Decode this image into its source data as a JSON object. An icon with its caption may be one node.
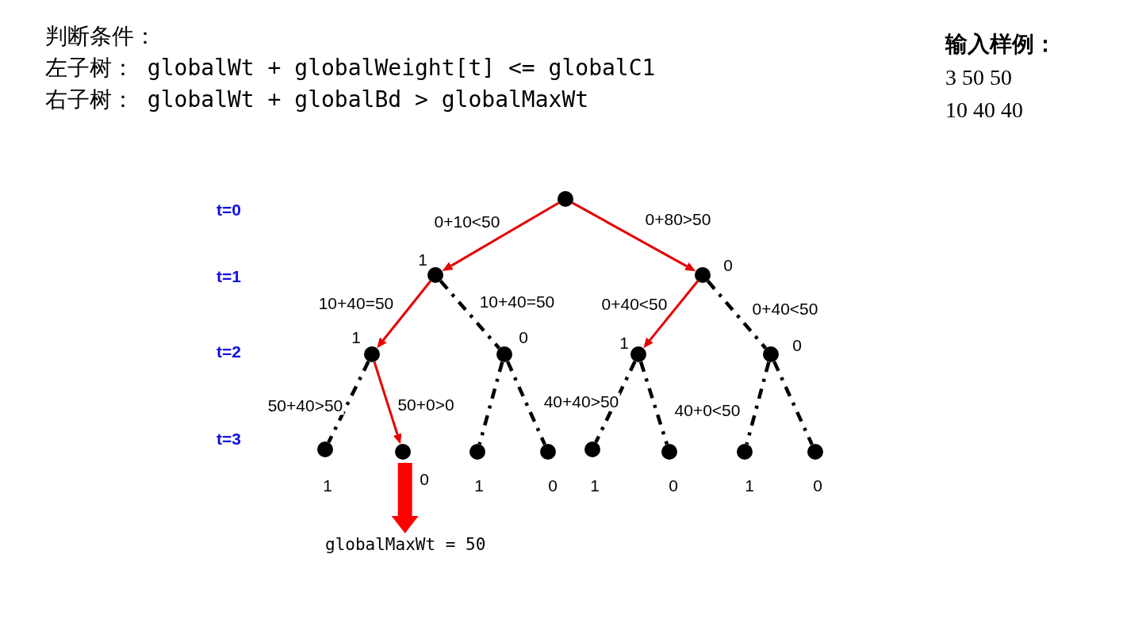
{
  "diagram": {
    "nodes": [
      {
        "text": [],
        "shape": "circle"
      },
      {
        "text": [],
        "shape": "circle",
        "beside": [
          "1"
        ]
      },
      {
        "text": [],
        "shape": "circle",
        "beside": [
          "0"
        ]
      },
      {
        "text": [],
        "shape": "circle",
        "beside": [
          "1"
        ]
      },
      {
        "text": [],
        "shape": "circle",
        "beside": [
          "0"
        ]
      },
      {
        "text": [],
        "shape": "circle",
        "beside": [
          "1"
        ]
      },
      {
        "text": [],
        "shape": "circle",
        "beside": [
          "0"
        ]
      },
      {
        "text": [],
        "shape": "circle",
        "beside": [
          "1"
        ]
      },
      {
        "text": [],
        "shape": "circle",
        "beside": [
          "0"
        ]
      },
      {
        "text": [],
        "shape": "circle",
        "beside": [
          "1"
        ]
      },
      {
        "text": [],
        "shape": "circle",
        "beside": [
          "0"
        ]
      },
      {
        "text": [],
        "shape": "circle",
        "beside": [
          "1"
        ]
      },
      {
        "text": [],
        "shape": "circle",
        "beside": [
          "0"
        ]
      },
      {
        "text": [],
        "shape": "circle",
        "beside": [
          "1"
        ]
      },
      {
        "text": [],
        "shape": "circle",
        "beside": [
          "0"
        ]
      },
      {
        "text": [
          "globalMaxWt = 50"
        ]
      }
    ],
    "edges": [
      {
        "from": 0,
        "to": 1,
        "arrow": "to",
        "label": "0+10<50",
        "color": "#e60000"
      },
      {
        "from": 0,
        "to": 2,
        "arrow": "to",
        "label": "0+80>50",
        "color": "#e60000"
      },
      {
        "from": 1,
        "to": 3,
        "arrow": "to",
        "label": "10+40=50",
        "color": "#e60000"
      },
      {
        "from": 1,
        "to": 4,
        "arrow": "none",
        "label": "10+40=50",
        "style": "dashed"
      },
      {
        "from": 2,
        "to": 5,
        "arrow": "to",
        "label": "0+40<50",
        "color": "#e60000"
      },
      {
        "from": 2,
        "to": 6,
        "arrow": "none",
        "label": "0+40<50",
        "style": "dashed"
      },
      {
        "from": 3,
        "to": 7,
        "arrow": "none",
        "label": "50+40>50",
        "style": "dashed"
      },
      {
        "from": 3,
        "to": 8,
        "arrow": "to",
        "label": "50+0>0",
        "color": "#e60000"
      },
      {
        "from": 4,
        "to": 9,
        "arrow": "none",
        "style": "dashed"
      },
      {
        "from": 4,
        "to": 10,
        "arrow": "none",
        "style": "dashed"
      },
      {
        "from": 5,
        "to": 11,
        "arrow": "none",
        "label": "40+40>50",
        "style": "dashed"
      },
      {
        "from": 5,
        "to": 12,
        "arrow": "none",
        "label": "40+0<50",
        "style": "dashed"
      },
      {
        "from": 6,
        "to": 13,
        "arrow": "none",
        "style": "dashed"
      },
      {
        "from": 6,
        "to": 14,
        "arrow": "none",
        "style": "dashed"
      },
      {
        "from": 8,
        "to": 15,
        "arrow": "to",
        "style": "thick",
        "color": "#ff0000"
      }
    ],
    "labels": [
      "判断条件：",
      "左子树： globalWt + globalWeight[t] <= globalC1",
      "右子树： globalWt + globalBd > globalMaxWt",
      "输入样例：",
      "3 50 50",
      "10 40 40",
      "t=0",
      "t=1",
      "t=2",
      "t=3"
    ]
  }
}
